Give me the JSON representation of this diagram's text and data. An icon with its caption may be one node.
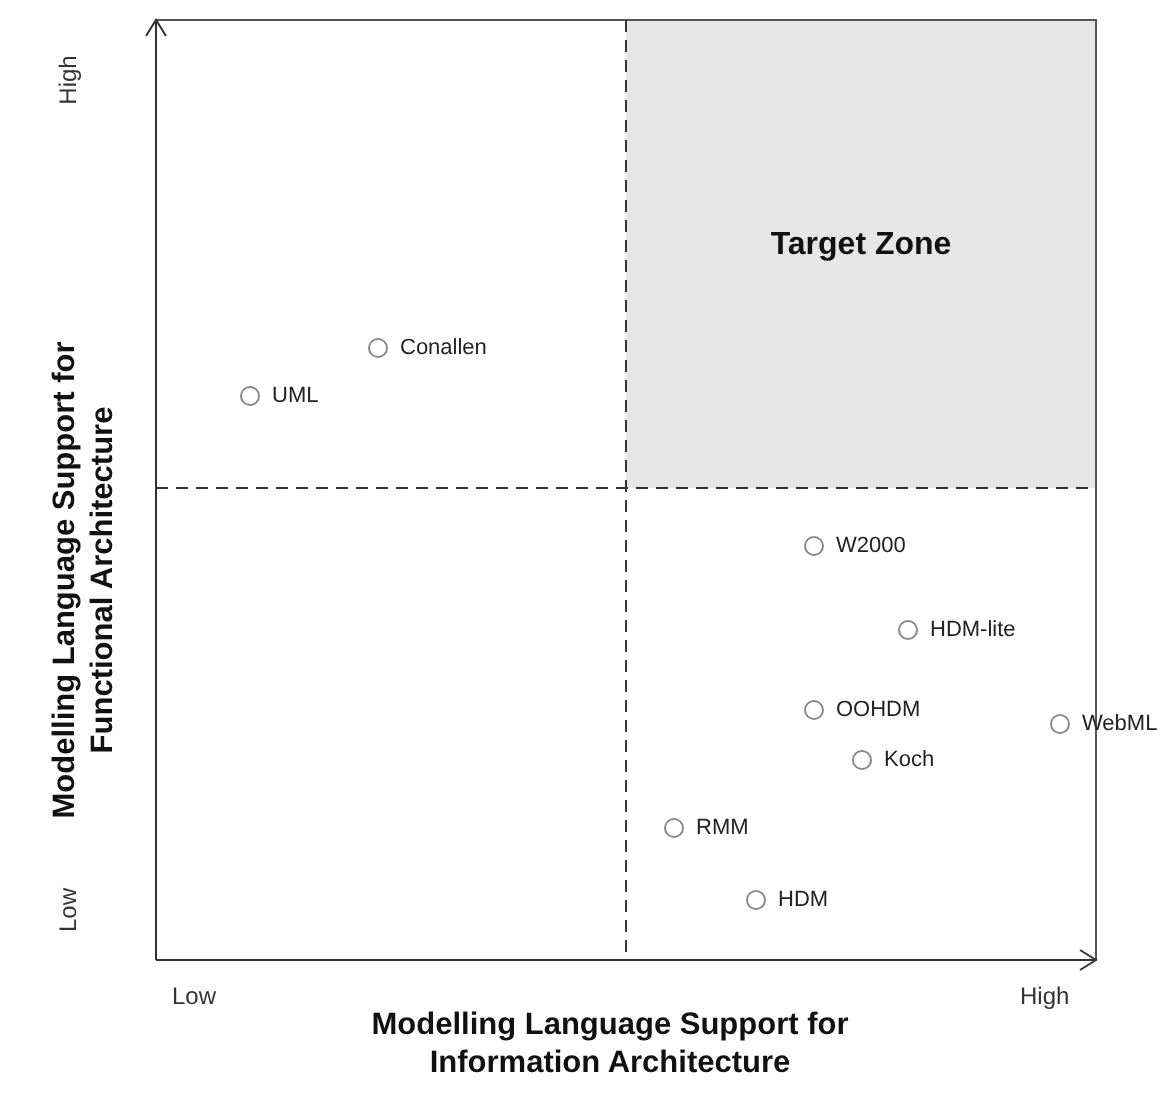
{
  "diagram": {
    "nodes": [
      {
        "text": [
          "Target Zone"
        ]
      },
      {
        "text": [
          "Conallen"
        ]
      },
      {
        "text": [
          "UML"
        ]
      },
      {
        "text": [
          "W2000"
        ]
      },
      {
        "text": [
          "HDM-lite"
        ]
      },
      {
        "text": [
          "OOHDM"
        ]
      },
      {
        "text": [
          "WebML"
        ]
      },
      {
        "text": [
          "Koch"
        ]
      },
      {
        "text": [
          "RMM"
        ]
      },
      {
        "text": [
          "HDM"
        ]
      }
    ],
    "labels": [
      "High",
      "Low",
      "Modelling Language Support for Functional Architecture",
      "Low",
      "High",
      "Modelling Language Support for Information Architecture"
    ]
  }
}
